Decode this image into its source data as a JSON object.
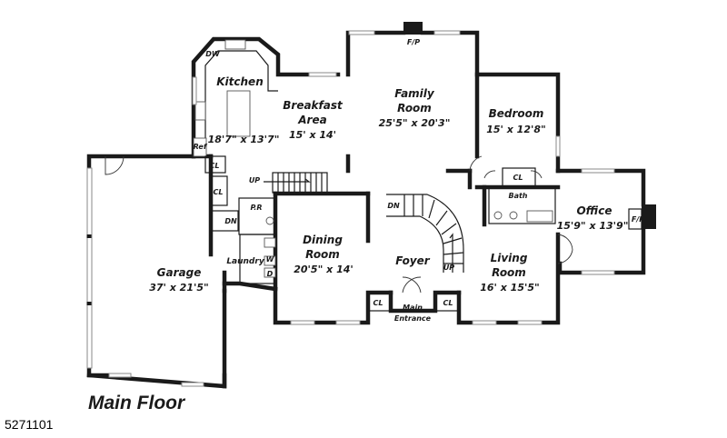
{
  "plan_title": "Main Floor",
  "listing_id": "5271101",
  "rooms": {
    "kitchen": {
      "name": "Kitchen",
      "dims": "18'7\" x 13'7\""
    },
    "breakfast": {
      "name_line1": "Breakfast",
      "name_line2": "Area",
      "dims": "15' x 14'"
    },
    "family": {
      "name_line1": "Family",
      "name_line2": "Room",
      "dims": "25'5\" x 20'3\""
    },
    "bedroom": {
      "name": "Bedroom",
      "dims": "15' x 12'8\""
    },
    "office": {
      "name": "Office",
      "dims": "15'9\" x 13'9\""
    },
    "garage": {
      "name": "Garage",
      "dims": "37' x 21'5\""
    },
    "dining": {
      "name_line1": "Dining",
      "name_line2": "Room",
      "dims": "20'5\" x 14'"
    },
    "foyer": {
      "name": "Foyer"
    },
    "living": {
      "name_line1": "Living",
      "name_line2": "Room",
      "dims": "16' x 15'5\""
    },
    "laundry": {
      "name": "Laundry"
    },
    "main_entrance": {
      "line1": "Main",
      "line2": "Entrance"
    },
    "bath": {
      "name": "Bath"
    }
  },
  "labels": {
    "dw": "DW",
    "ref": "Ref",
    "cl": "CL",
    "up": "UP",
    "dn": "DN",
    "pr": "P.R",
    "fp": "F/P",
    "w": "W",
    "d": "D"
  }
}
